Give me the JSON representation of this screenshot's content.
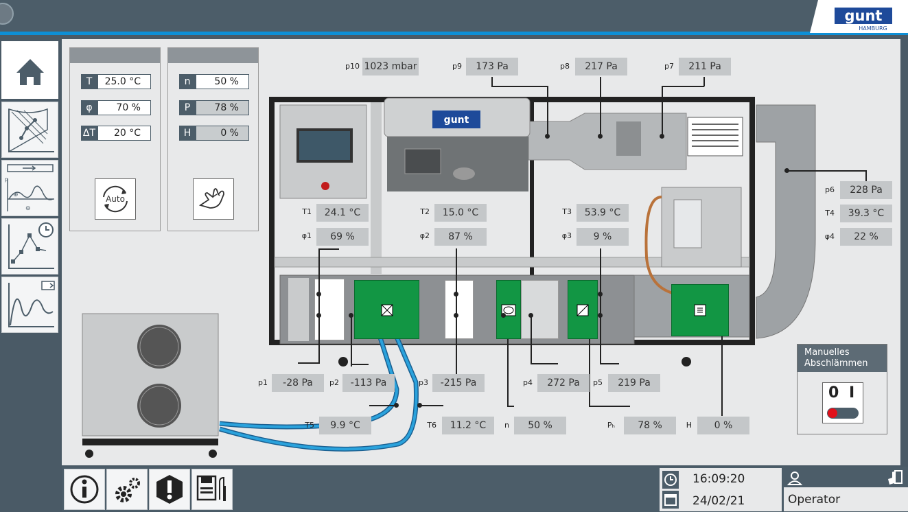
{
  "header": {
    "brand": "gunt",
    "brand_sub": "HAMBURG"
  },
  "setpoints": {
    "left": [
      {
        "label": "T",
        "value": "25.0 °C"
      },
      {
        "label": "φ",
        "value": "70 %"
      },
      {
        "label": "ΔT",
        "value": "20 °C"
      }
    ],
    "right": [
      {
        "label": "n",
        "value": "50 %"
      },
      {
        "label": "P",
        "value": "78 %"
      },
      {
        "label": "H",
        "value": "0 %"
      }
    ],
    "auto_label": "Auto"
  },
  "measurements": {
    "p10": {
      "label": "p10",
      "value": "1023 mbar"
    },
    "p9": {
      "label": "p9",
      "value": "173 Pa"
    },
    "p8": {
      "label": "p8",
      "value": "217 Pa"
    },
    "p7": {
      "label": "p7",
      "value": "211 Pa"
    },
    "p6": {
      "label": "p6",
      "value": "228 Pa"
    },
    "T4": {
      "label": "T4",
      "value": "39.3 °C"
    },
    "phi4": {
      "label": "φ4",
      "value": "22 %"
    },
    "T1": {
      "label": "T1",
      "value": "24.1 °C"
    },
    "phi1": {
      "label": "φ1",
      "value": "69 %"
    },
    "T2": {
      "label": "T2",
      "value": "15.0 °C"
    },
    "phi2": {
      "label": "φ2",
      "value": "87 %"
    },
    "T3": {
      "label": "T3",
      "value": "53.9 °C"
    },
    "phi3": {
      "label": "φ3",
      "value": "9 %"
    },
    "p1": {
      "label": "p1",
      "value": "-28 Pa"
    },
    "p2": {
      "label": "p2",
      "value": "-113 Pa"
    },
    "p3": {
      "label": "p3",
      "value": "-215 Pa"
    },
    "p4": {
      "label": "p4",
      "value": "272 Pa"
    },
    "p5": {
      "label": "p5",
      "value": "219 Pa"
    },
    "T5": {
      "label": "T5",
      "value": "9.9 °C"
    },
    "T6": {
      "label": "T6",
      "value": "11.2 °C"
    },
    "n": {
      "label": "n",
      "value": "50 %"
    },
    "Ph": {
      "label": "Pₕ",
      "value": "78 %"
    },
    "H": {
      "label": "H",
      "value": "0 %"
    }
  },
  "manual": {
    "title": "Manuelles Abschlämmen",
    "switch_off": "0",
    "switch_on": "I"
  },
  "status": {
    "time": "16:09:20",
    "date": "24/02/21",
    "user": "Operator"
  },
  "colors": {
    "accent": "#0d8fd6",
    "panel": "#4c5d69",
    "component_green": "#129644",
    "pipe_blue": "#2aa2dc"
  }
}
